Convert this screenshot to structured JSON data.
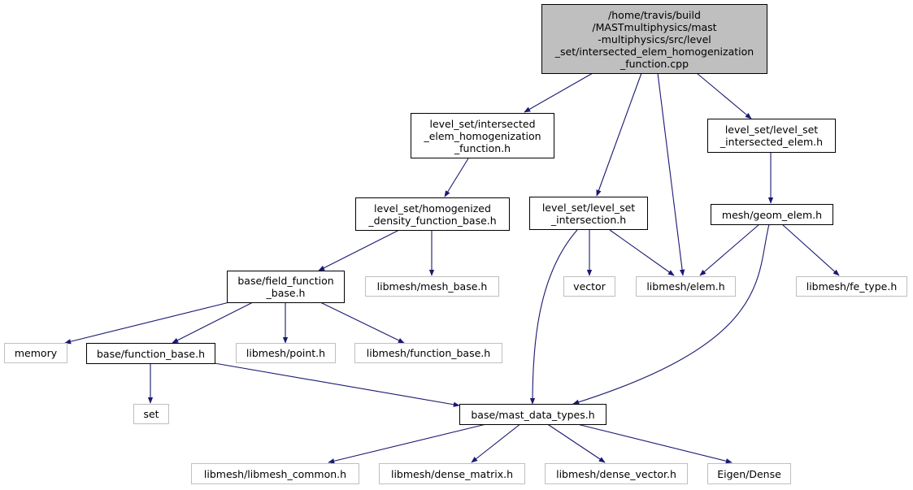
{
  "colors": {
    "edge": "#191970",
    "node_border": "#000000",
    "external_border": "#bfbfbf",
    "root_fill": "#bfbfbf"
  },
  "nodes": {
    "root": "/home/travis/build\n/MASTmultiphysics/mast\n-multiphysics/src/level\n_set/intersected_elem_homogenization\n_function.cpp",
    "ieh": "level_set/intersected\n_elem_homogenization\n_function.h",
    "lsie": "level_set/level_set\n_intersected_elem.h",
    "hdfb": "level_set/homogenized\n_density_function_base.h",
    "lsi": "level_set/level_set\n_intersection.h",
    "geom": "mesh/geom_elem.h",
    "ffb": "base/field_function\n_base.h",
    "meshbase": "libmesh/mesh_base.h",
    "vector": "vector",
    "elem": "libmesh/elem.h",
    "fetype": "libmesh/fe_type.h",
    "memory": "memory",
    "fb": "base/function_base.h",
    "point": "libmesh/point.h",
    "lfb": "libmesh/function_base.h",
    "set": "set",
    "mdt": "base/mast_data_types.h",
    "common": "libmesh/libmesh_common.h",
    "dmat": "libmesh/dense_matrix.h",
    "dvec": "libmesh/dense_vector.h",
    "eigen": "Eigen/Dense"
  }
}
